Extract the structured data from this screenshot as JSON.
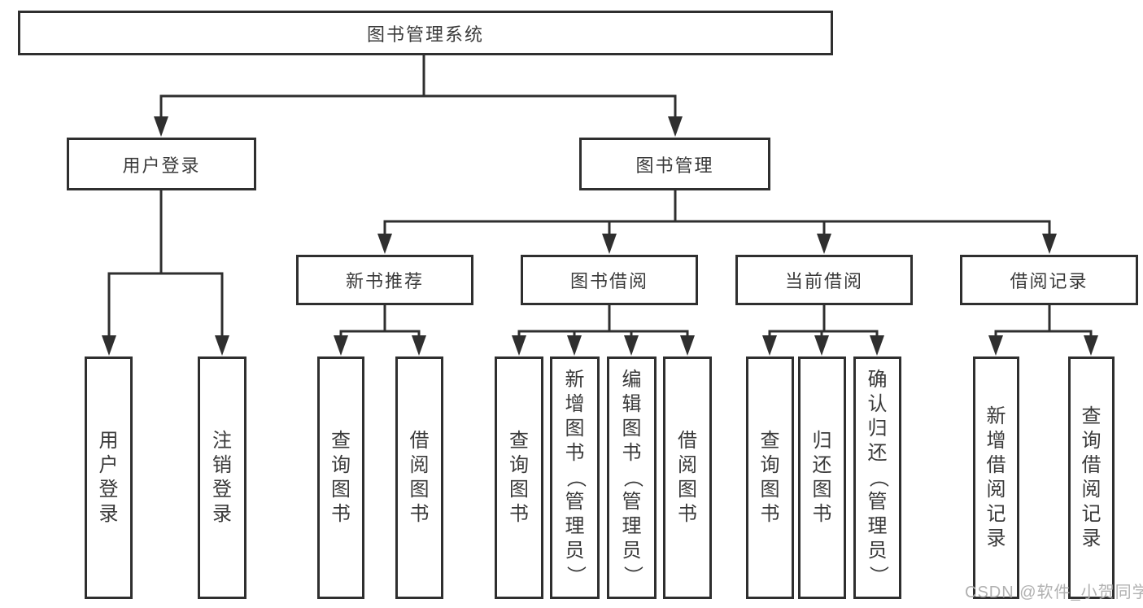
{
  "tree": {
    "root": "图书管理系统",
    "branches": [
      {
        "label": "用户登录",
        "children": [
          "用户登录",
          "注销登录"
        ]
      },
      {
        "label": "图书管理",
        "sections": [
          {
            "label": "新书推荐",
            "children": [
              "查询图书",
              "借阅图书"
            ]
          },
          {
            "label": "图书借阅",
            "children": [
              "查询图书",
              "新增图书（管理员）",
              "编辑图书（管理员）",
              "借阅图书"
            ]
          },
          {
            "label": "当前借阅",
            "children": [
              "查询图书",
              "归还图书",
              "确认归还（管理员）"
            ]
          },
          {
            "label": "借阅记录",
            "children": [
              "新增借阅记录",
              "查询借阅记录"
            ]
          }
        ]
      }
    ]
  },
  "watermark": "CSDN @软件_小贺同学",
  "colors": {
    "line": "#2f2f2f",
    "text": "#3a3a3a",
    "watermark": "#b1b1b1",
    "background": "#ffffff"
  }
}
